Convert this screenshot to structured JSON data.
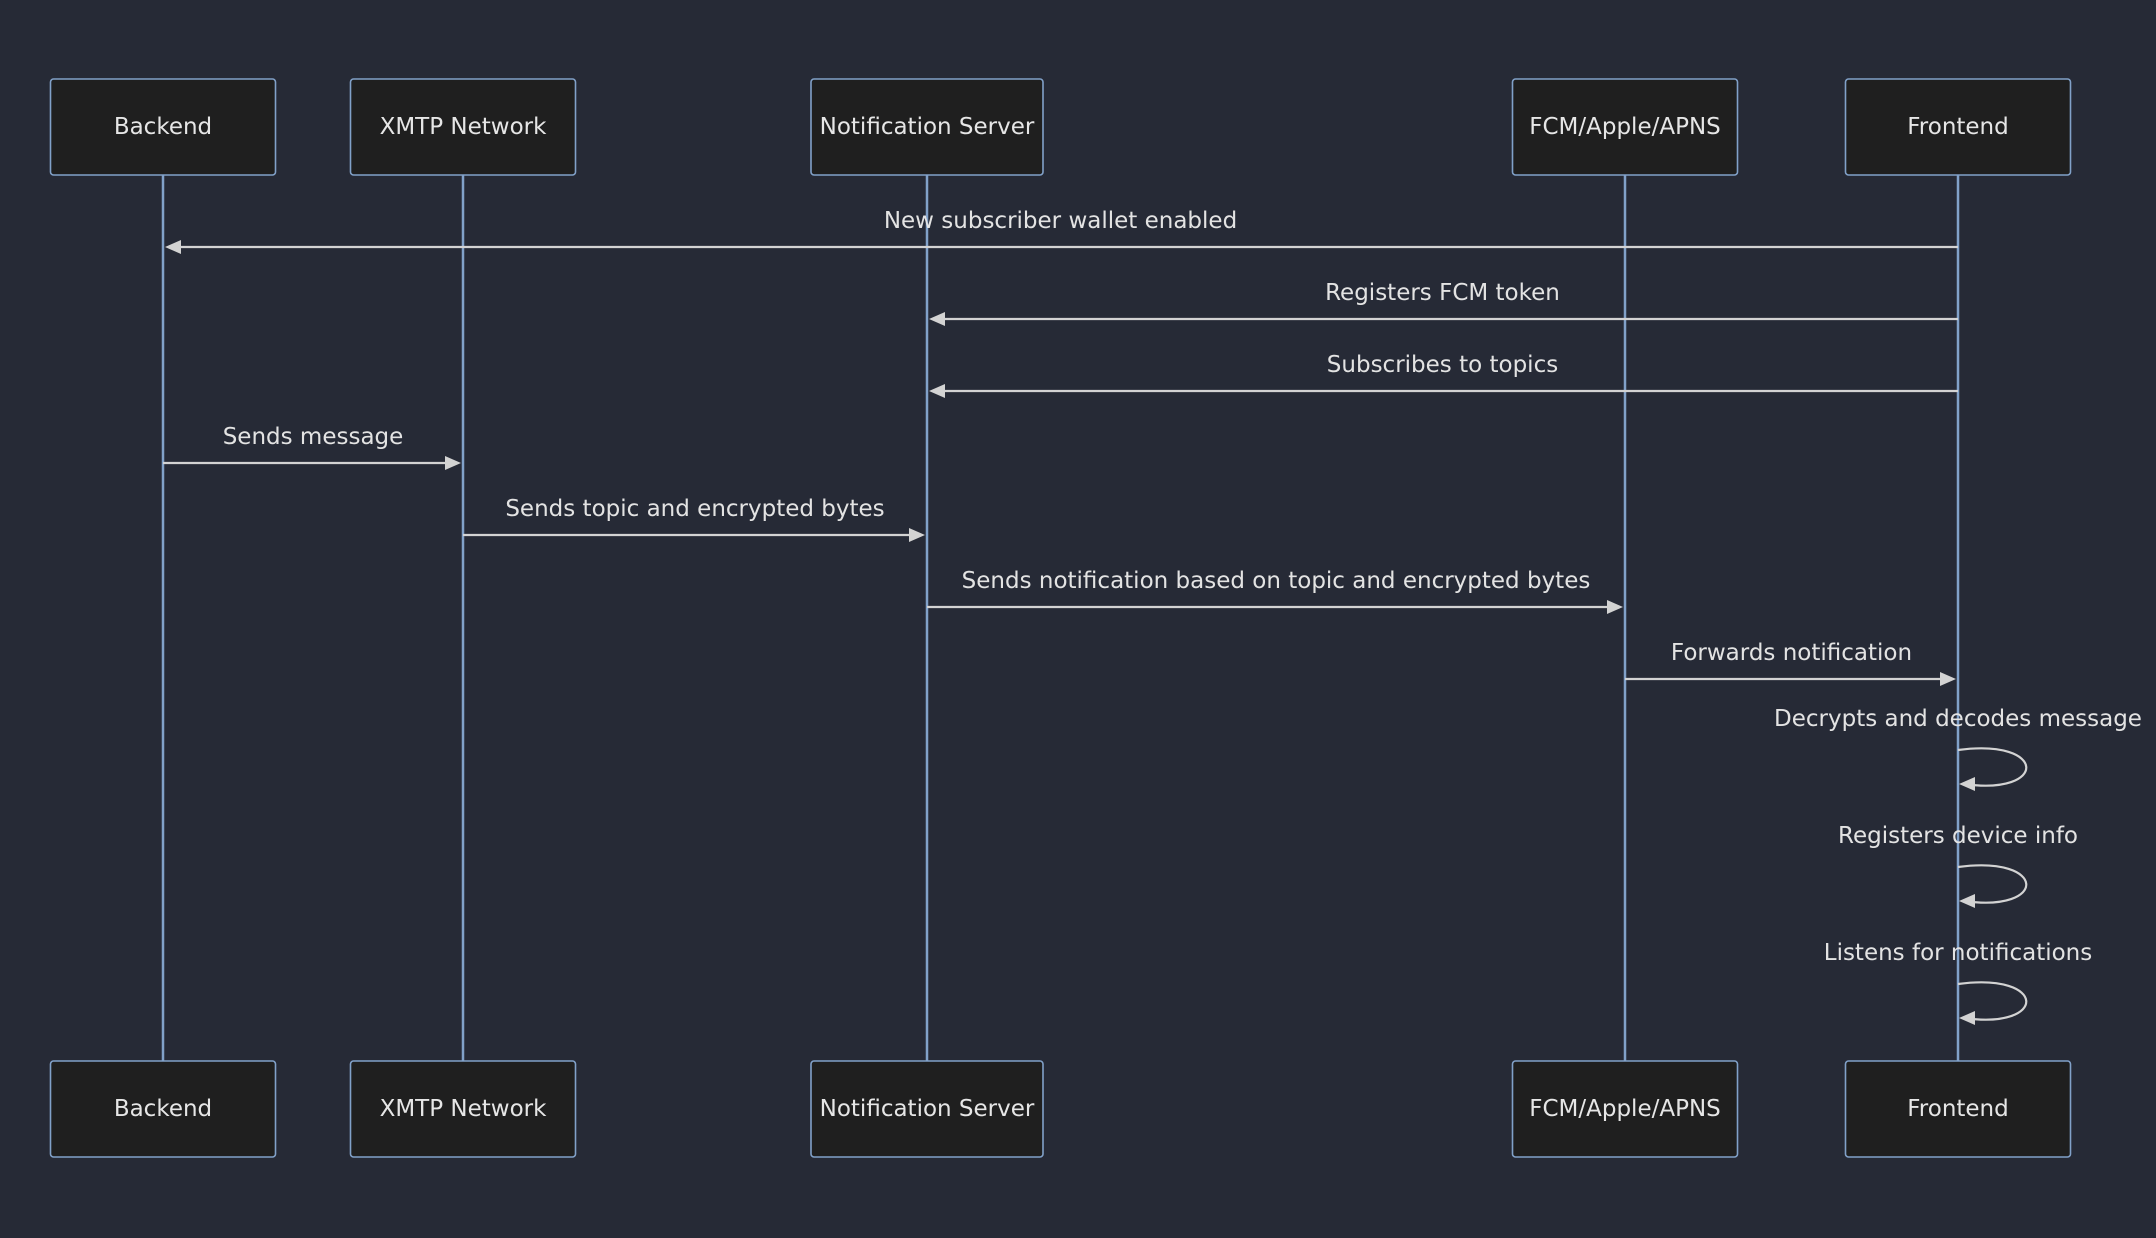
{
  "diagram": {
    "type": "sequence",
    "participants": [
      {
        "id": "backend",
        "label": "Backend"
      },
      {
        "id": "xmtp",
        "label": "XMTP Network"
      },
      {
        "id": "notif",
        "label": "Notification Server"
      },
      {
        "id": "fcm",
        "label": "FCM/Apple/APNS"
      },
      {
        "id": "frontend",
        "label": "Frontend"
      }
    ],
    "messages": [
      {
        "from": "frontend",
        "to": "backend",
        "text": "New subscriber wallet enabled"
      },
      {
        "from": "frontend",
        "to": "notif",
        "text": "Registers FCM token"
      },
      {
        "from": "frontend",
        "to": "notif",
        "text": "Subscribes to topics"
      },
      {
        "from": "backend",
        "to": "xmtp",
        "text": "Sends message"
      },
      {
        "from": "xmtp",
        "to": "notif",
        "text": "Sends topic and encrypted bytes"
      },
      {
        "from": "notif",
        "to": "fcm",
        "text": "Sends notification based on topic and encrypted bytes"
      },
      {
        "from": "fcm",
        "to": "frontend",
        "text": "Forwards notification"
      },
      {
        "from": "frontend",
        "to": "frontend",
        "text": "Decrypts and decodes message"
      },
      {
        "from": "frontend",
        "to": "frontend",
        "text": "Registers device info"
      },
      {
        "from": "frontend",
        "to": "frontend",
        "text": "Listens for notifications"
      }
    ]
  },
  "colors": {
    "background": "#262a36",
    "actor_fill": "#1f1f1f",
    "actor_border": "#81a1c9",
    "lifeline": "#81a1c9",
    "message_line": "#d3d3d3",
    "text": "#e6e6e6"
  }
}
